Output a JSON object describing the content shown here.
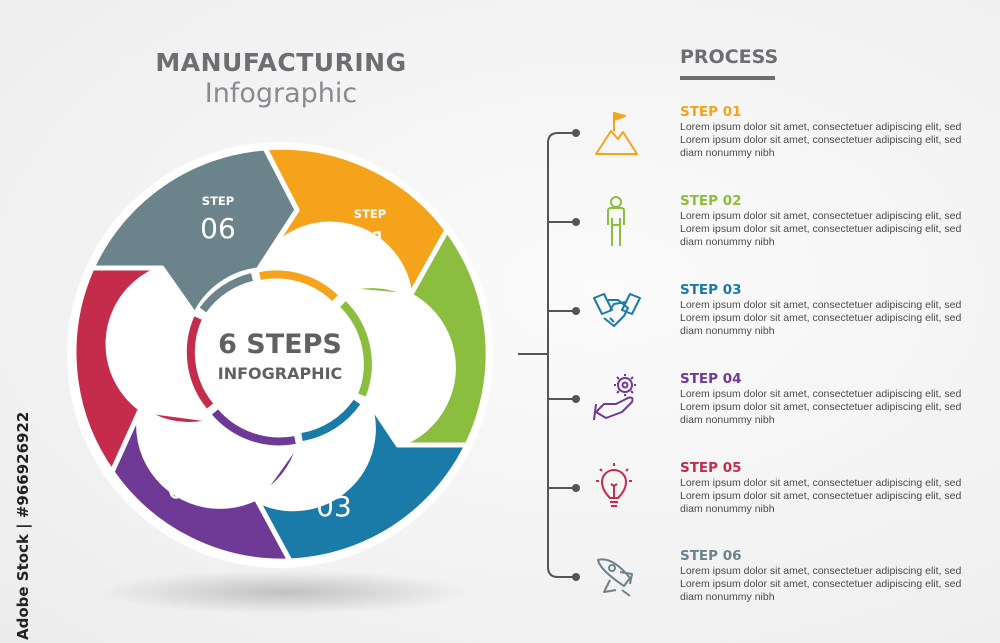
{
  "title": {
    "main": "MANUFACTURING",
    "sub": "Infographic"
  },
  "center": {
    "line1": "6 STEPS",
    "line2": "INFOGRAPHIC"
  },
  "process_title": "PROCESS",
  "watermark": "Adobe Stock | #966926922",
  "colors": {
    "step1": "#f5a31a",
    "step2": "#8bbe3f",
    "step3": "#1a7aa8",
    "step4": "#6f3a96",
    "step5": "#c52c4c",
    "step6": "#6b848b",
    "connector": "#555555"
  },
  "steps": [
    {
      "label": "STEP",
      "number": "01",
      "heading": "STEP 01",
      "icon": "mountain-flag-icon",
      "description": [
        "Lorem ipsum dolor sit amet, consectetuer adipiscing elit, sed",
        "Lorem ipsum dolor sit amet, consectetuer adipiscing elit, sed",
        "diam nonummy nibh"
      ]
    },
    {
      "label": "STEP",
      "number": "02",
      "heading": "STEP 02",
      "icon": "person-icon",
      "description": [
        "Lorem ipsum dolor sit amet, consectetuer adipiscing elit, sed",
        "Lorem ipsum dolor sit amet, consectetuer adipiscing elit, sed",
        "diam nonummy nibh"
      ]
    },
    {
      "label": "STEP",
      "number": "03",
      "heading": "STEP 03",
      "icon": "handshake-icon",
      "description": [
        "Lorem ipsum dolor sit amet, consectetuer adipiscing elit, sed",
        "Lorem ipsum dolor sit amet, consectetuer adipiscing elit, sed",
        "diam nonummy nibh"
      ]
    },
    {
      "label": "STEP",
      "number": "04",
      "heading": "STEP 04",
      "icon": "gear-hand-icon",
      "description": [
        "Lorem ipsum dolor sit amet, consectetuer adipiscing elit, sed",
        "Lorem ipsum dolor sit amet, consectetuer adipiscing elit, sed",
        "diam nonummy nibh"
      ]
    },
    {
      "label": "STEP",
      "number": "05",
      "heading": "STEP 05",
      "icon": "lightbulb-icon",
      "description": [
        "Lorem ipsum dolor sit amet, consectetuer adipiscing elit, sed",
        "Lorem ipsum dolor sit amet, consectetuer adipiscing elit, sed",
        "diam nonummy nibh"
      ]
    },
    {
      "label": "STEP",
      "number": "06",
      "heading": "STEP 06",
      "icon": "rocket-icon",
      "description": [
        "Lorem ipsum dolor sit amet, consectetuer adipiscing elit, sed",
        "Lorem ipsum dolor sit amet, consectetuer adipiscing elit, sed",
        "diam nonummy nibh"
      ]
    }
  ]
}
